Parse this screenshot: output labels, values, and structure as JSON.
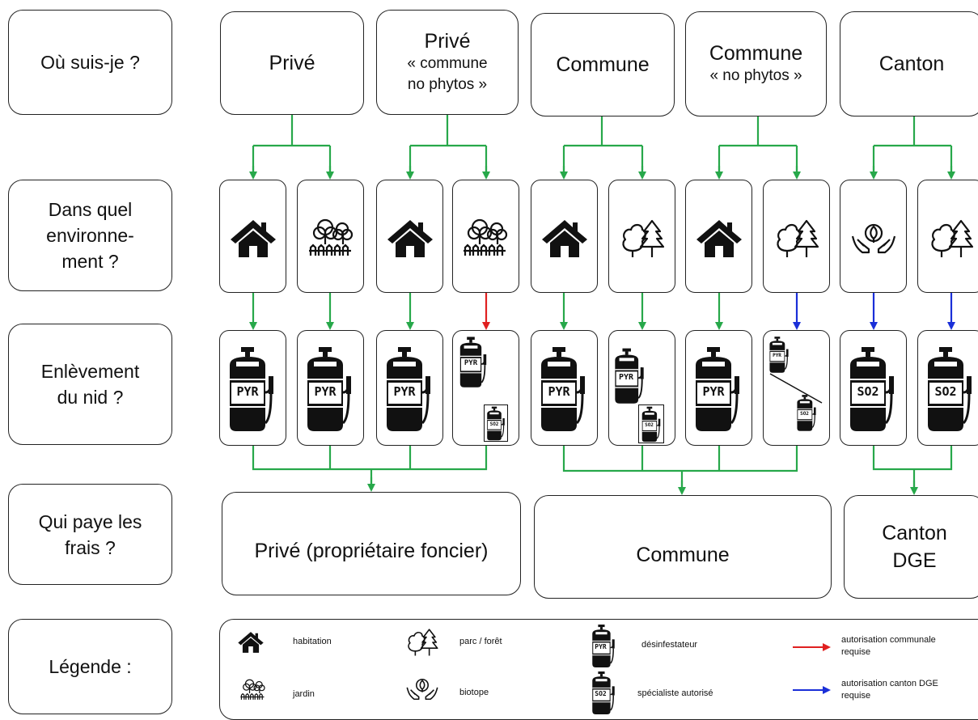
{
  "rows": {
    "where": "Où suis-je ?",
    "env_line1": "Dans quel",
    "env_line2": "environne-",
    "env_line3": "ment ?",
    "nest_line1": "Enlèvement",
    "nest_line2": "du nid ?",
    "pay_line1": "Qui paye les",
    "pay_line2": "frais ?",
    "legend": "Légende :"
  },
  "locations": [
    {
      "title": "Privé",
      "sub": ""
    },
    {
      "title": "Privé",
      "sub": "« commune no phytos »"
    },
    {
      "title": "Commune",
      "sub": ""
    },
    {
      "title": "Commune",
      "sub": "« no phytos »"
    },
    {
      "title": "Canton",
      "sub": ""
    }
  ],
  "locations_sub_lines": {
    "privé_nophytos_l1": "« commune",
    "privé_nophytos_l2": "no phytos »"
  },
  "environments": [
    "habitation-icon",
    "jardin-icon",
    "habitation-icon",
    "jardin-icon",
    "habitation-icon",
    "parc-foret-icon",
    "habitation-icon",
    "parc-foret-icon",
    "biotope-icon",
    "parc-foret-icon"
  ],
  "removal": [
    "PYR",
    "PYR",
    "PYR",
    "PYR + SO2",
    "PYR",
    "PYR + SO2",
    "PYR",
    "PYR / SO2",
    "SO2",
    "SO2"
  ],
  "arrow_colors": {
    "green": "#27a84a",
    "red": "#e02020",
    "blue": "#1a2fd8"
  },
  "payers": {
    "prive": "Privé (propriétaire foncier)",
    "commune": "Commune",
    "canton_l1": "Canton",
    "canton_l2": "DGE"
  },
  "sprayer_labels": {
    "pyr": "PYR",
    "so2": "SO2"
  },
  "legend": {
    "habitation": "habitation",
    "jardin": "jardin",
    "parc": "parc / forêt",
    "biotope": "biotope",
    "desinfestateur": "désinfestateur",
    "specialiste": "spécialiste autorisé",
    "red_l1": "autorisation communale",
    "red_l2": "requise",
    "blue_l1": "autorisation canton DGE",
    "blue_l2": "requise"
  }
}
